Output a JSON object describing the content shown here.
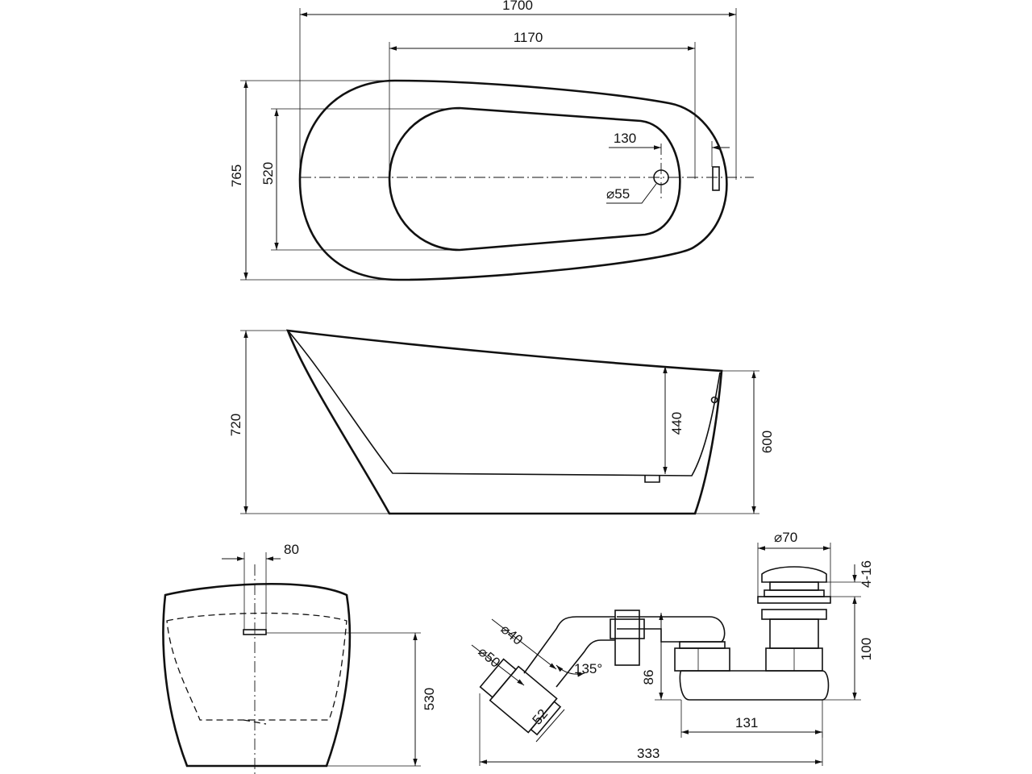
{
  "top_view": {
    "overall_length": "1700",
    "inner_length": "1170",
    "overall_width": "765",
    "inner_width": "520",
    "drain_offset": "130",
    "drain_diameter": "⌀55"
  },
  "side_view": {
    "overall_height": "720",
    "inner_depth": "440",
    "end_height": "600"
  },
  "end_view": {
    "overflow_width": "80",
    "height": "530"
  },
  "siphon": {
    "plug_diameter": "⌀70",
    "plug_adjust": "4-16",
    "drain_height": "100",
    "pipe_diameter_40": "⌀40",
    "pipe_diameter_50": "⌀50",
    "angle": "135°",
    "trap_height": "86",
    "outlet_length": "52",
    "trap_width": "131",
    "total_length": "333"
  }
}
